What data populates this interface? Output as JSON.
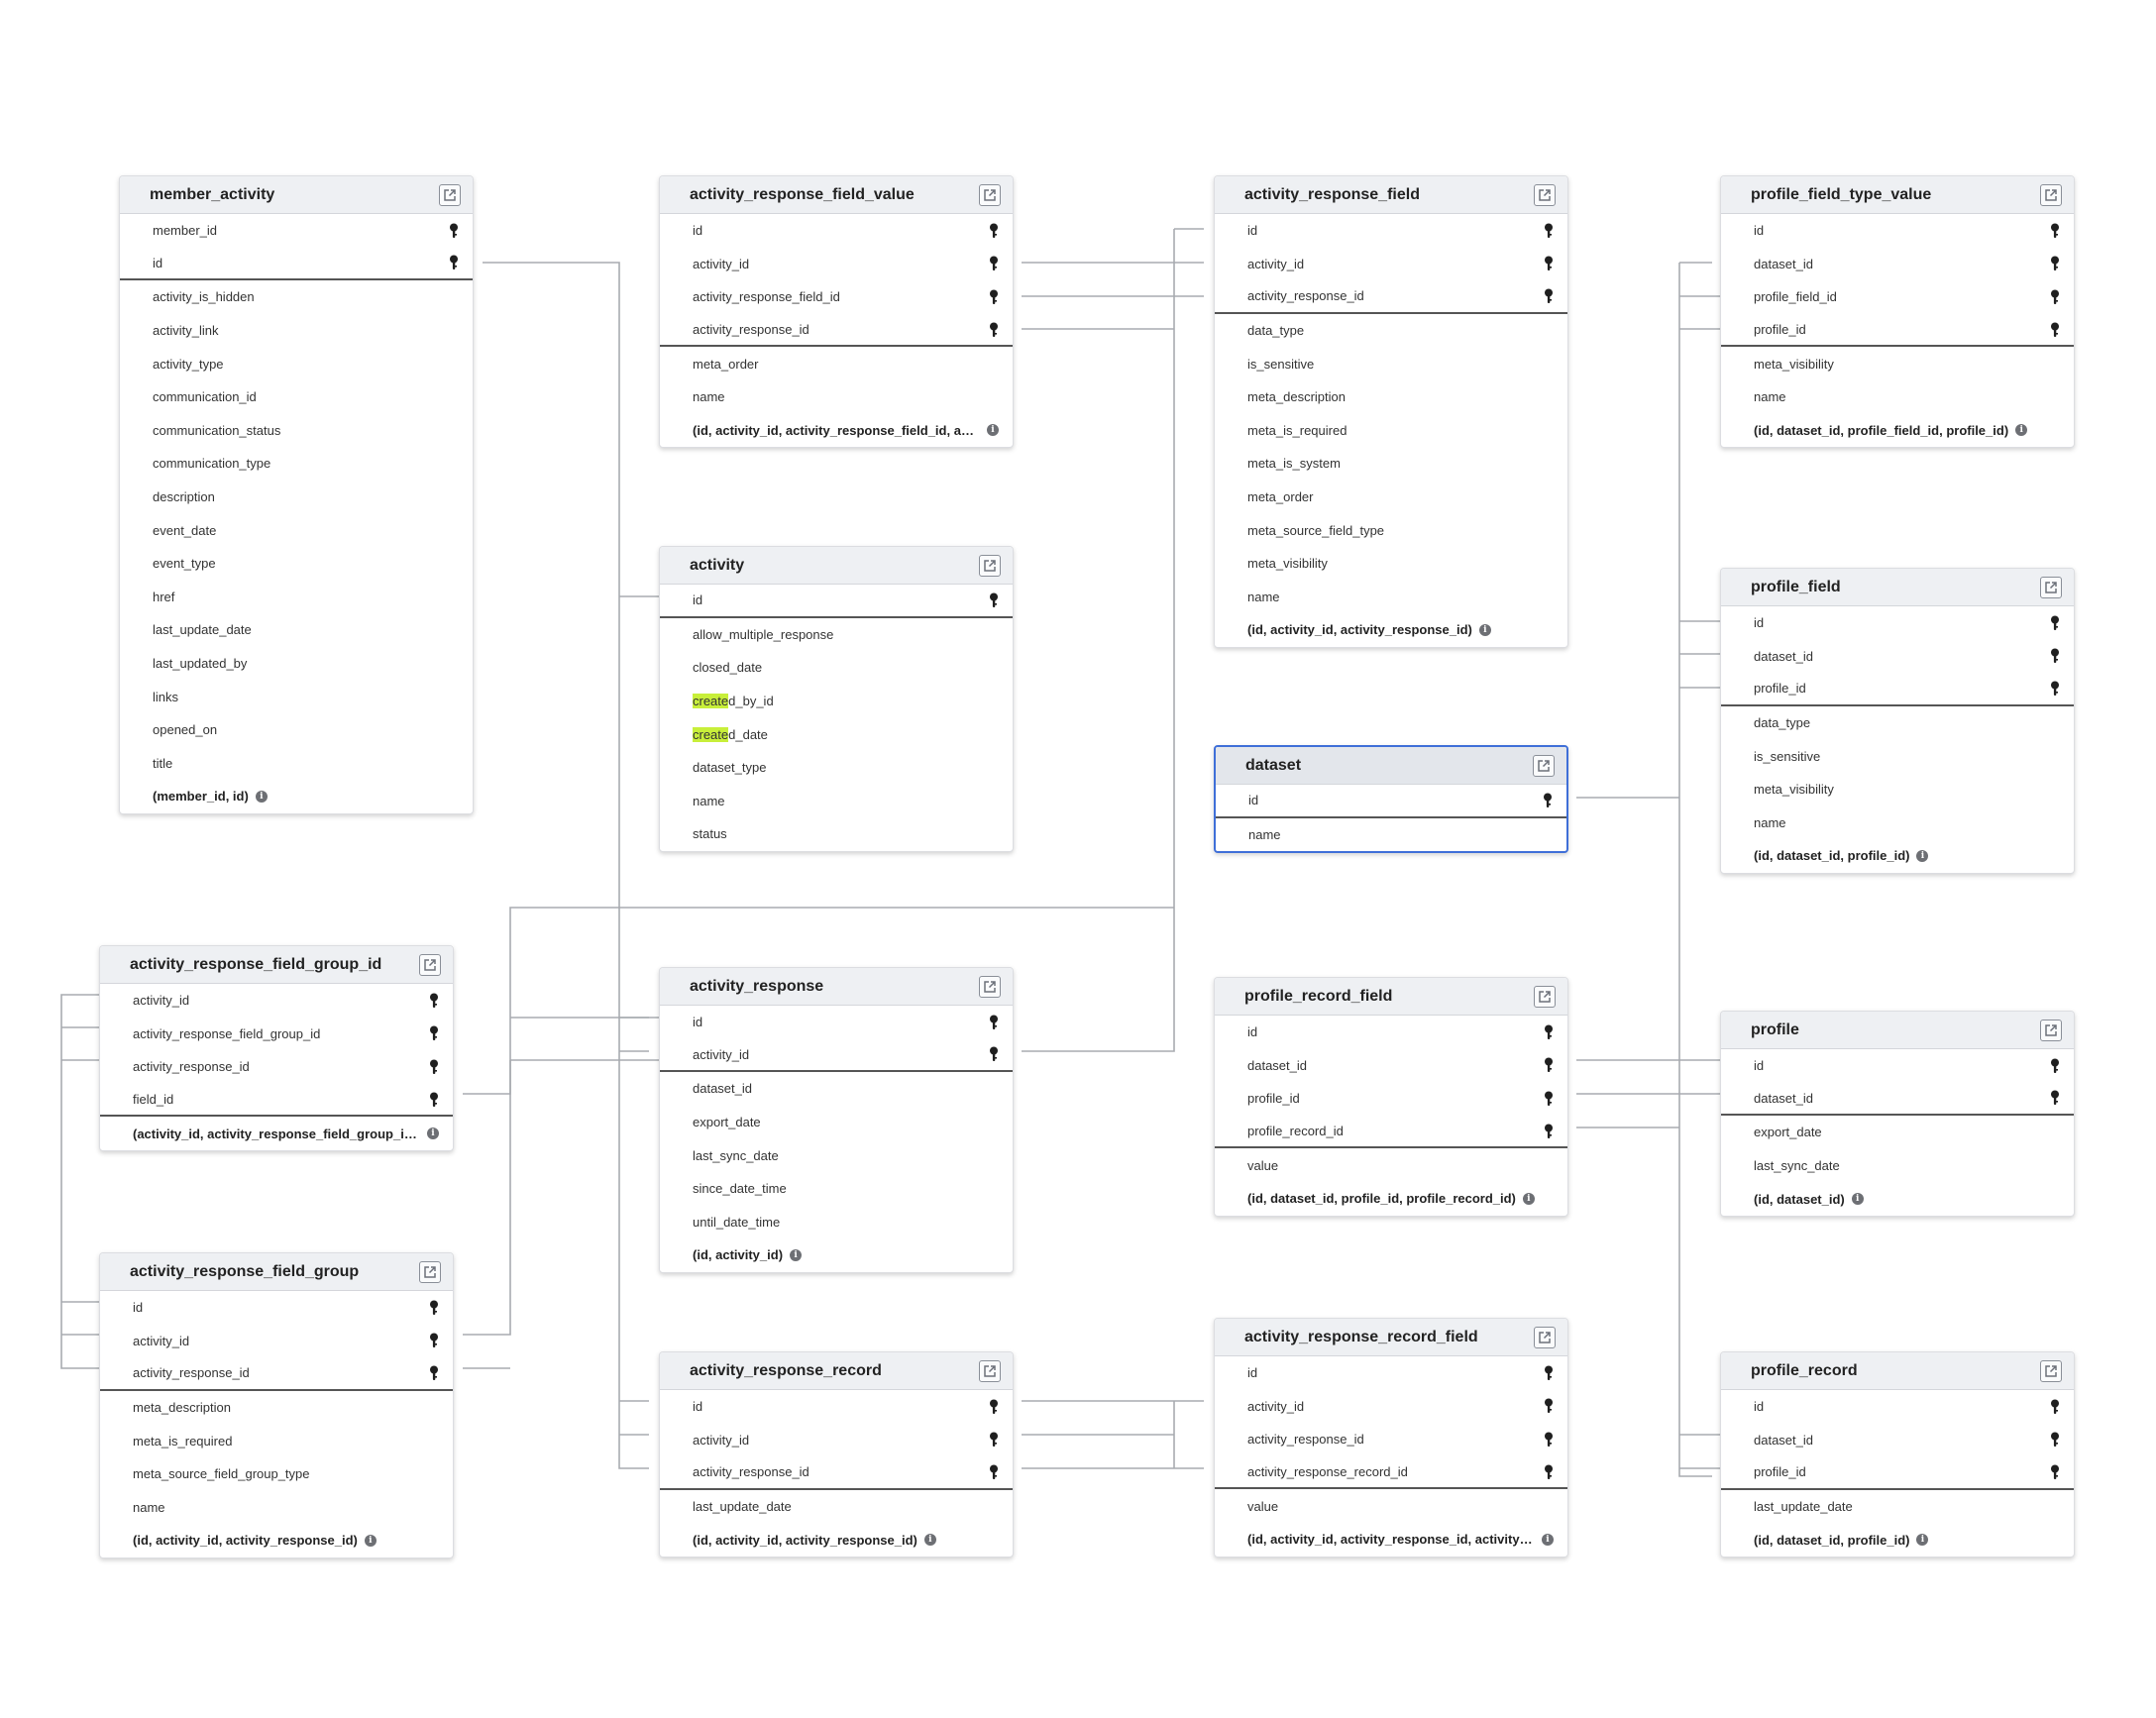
{
  "tables": [
    {
      "name": "member_activity",
      "selected": false,
      "fields": [
        {
          "name": "member_id",
          "pk": true
        },
        {
          "name": "id",
          "pk": true
        },
        {
          "name": "activity_is_hidden"
        },
        {
          "name": "activity_link"
        },
        {
          "name": "activity_type"
        },
        {
          "name": "communication_id"
        },
        {
          "name": "communication_status"
        },
        {
          "name": "communication_type"
        },
        {
          "name": "description"
        },
        {
          "name": "event_date"
        },
        {
          "name": "event_type"
        },
        {
          "name": "href"
        },
        {
          "name": "last_update_date"
        },
        {
          "name": "last_updated_by"
        },
        {
          "name": "links"
        },
        {
          "name": "opened_on"
        },
        {
          "name": "title"
        }
      ],
      "index": "(member_id, id)"
    },
    {
      "name": "activity_response_field_value",
      "selected": false,
      "fields": [
        {
          "name": "id",
          "pk": true
        },
        {
          "name": "activity_id",
          "pk": true
        },
        {
          "name": "activity_response_field_id",
          "pk": true
        },
        {
          "name": "activity_response_id",
          "pk": true
        },
        {
          "name": "meta_order"
        },
        {
          "name": "name"
        }
      ],
      "index": "(id, activity_id, activity_response_field_id, act..."
    },
    {
      "name": "activity_response_field",
      "selected": false,
      "fields": [
        {
          "name": "id",
          "pk": true
        },
        {
          "name": "activity_id",
          "pk": true
        },
        {
          "name": "activity_response_id",
          "pk": true
        },
        {
          "name": "data_type"
        },
        {
          "name": "is_sensitive"
        },
        {
          "name": "meta_description"
        },
        {
          "name": "meta_is_required"
        },
        {
          "name": "meta_is_system"
        },
        {
          "name": "meta_order"
        },
        {
          "name": "meta_source_field_type"
        },
        {
          "name": "meta_visibility"
        },
        {
          "name": "name"
        }
      ],
      "index": "(id, activity_id, activity_response_id)"
    },
    {
      "name": "profile_field_type_value",
      "selected": false,
      "fields": [
        {
          "name": "id",
          "pk": true
        },
        {
          "name": "dataset_id",
          "pk": true
        },
        {
          "name": "profile_field_id",
          "pk": true
        },
        {
          "name": "profile_id",
          "pk": true
        },
        {
          "name": "meta_visibility"
        },
        {
          "name": "name"
        }
      ],
      "index": "(id, dataset_id, profile_field_id, profile_id)"
    },
    {
      "name": "activity",
      "selected": false,
      "fields": [
        {
          "name": "id",
          "pk": true
        },
        {
          "name": "allow_multiple_response"
        },
        {
          "name": "closed_date"
        },
        {
          "name": "created_by_id",
          "hl": "create",
          "rest": "d_by_id"
        },
        {
          "name": "created_date",
          "hl": "create",
          "rest": "d_date"
        },
        {
          "name": "dataset_type"
        },
        {
          "name": "name"
        },
        {
          "name": "status"
        }
      ],
      "index": null
    },
    {
      "name": "profile_field",
      "selected": false,
      "fields": [
        {
          "name": "id",
          "pk": true
        },
        {
          "name": "dataset_id",
          "pk": true
        },
        {
          "name": "profile_id",
          "pk": true
        },
        {
          "name": "data_type"
        },
        {
          "name": "is_sensitive"
        },
        {
          "name": "meta_visibility"
        },
        {
          "name": "name"
        }
      ],
      "index": "(id, dataset_id, profile_id)"
    },
    {
      "name": "dataset",
      "selected": true,
      "fields": [
        {
          "name": "id",
          "pk": true
        },
        {
          "name": "name"
        }
      ],
      "index": null
    },
    {
      "name": "activity_response_field_group_id",
      "selected": false,
      "fields": [
        {
          "name": "activity_id",
          "pk": true
        },
        {
          "name": "activity_response_field_group_id",
          "pk": true
        },
        {
          "name": "activity_response_id",
          "pk": true
        },
        {
          "name": "field_id",
          "pk": true
        }
      ],
      "index": "(activity_id, activity_response_field_group_id..."
    },
    {
      "name": "activity_response",
      "selected": false,
      "fields": [
        {
          "name": "id",
          "pk": true
        },
        {
          "name": "activity_id",
          "pk": true
        },
        {
          "name": "dataset_id"
        },
        {
          "name": "export_date"
        },
        {
          "name": "last_sync_date"
        },
        {
          "name": "since_date_time"
        },
        {
          "name": "until_date_time"
        }
      ],
      "index": "(id, activity_id)"
    },
    {
      "name": "profile_record_field",
      "selected": false,
      "fields": [
        {
          "name": "id",
          "pk": true
        },
        {
          "name": "dataset_id",
          "pk": true
        },
        {
          "name": "profile_id",
          "pk": true
        },
        {
          "name": "profile_record_id",
          "pk": true
        },
        {
          "name": "value"
        }
      ],
      "index": "(id, dataset_id, profile_id, profile_record_id)"
    },
    {
      "name": "profile",
      "selected": false,
      "fields": [
        {
          "name": "id",
          "pk": true
        },
        {
          "name": "dataset_id",
          "pk": true
        },
        {
          "name": "export_date"
        },
        {
          "name": "last_sync_date"
        }
      ],
      "index": "(id, dataset_id)"
    },
    {
      "name": "activity_response_field_group",
      "selected": false,
      "fields": [
        {
          "name": "id",
          "pk": true
        },
        {
          "name": "activity_id",
          "pk": true
        },
        {
          "name": "activity_response_id",
          "pk": true
        },
        {
          "name": "meta_description"
        },
        {
          "name": "meta_is_required"
        },
        {
          "name": "meta_source_field_group_type"
        },
        {
          "name": "name"
        }
      ],
      "index": "(id, activity_id, activity_response_id)"
    },
    {
      "name": "activity_response_record",
      "selected": false,
      "fields": [
        {
          "name": "id",
          "pk": true
        },
        {
          "name": "activity_id",
          "pk": true
        },
        {
          "name": "activity_response_id",
          "pk": true
        },
        {
          "name": "last_update_date"
        }
      ],
      "index": "(id, activity_id, activity_response_id)"
    },
    {
      "name": "activity_response_record_field",
      "selected": false,
      "fields": [
        {
          "name": "id",
          "pk": true
        },
        {
          "name": "activity_id",
          "pk": true
        },
        {
          "name": "activity_response_id",
          "pk": true
        },
        {
          "name": "activity_response_record_id",
          "pk": true
        },
        {
          "name": "value"
        }
      ],
      "index": "(id, activity_id, activity_response_id, activity_..."
    },
    {
      "name": "profile_record",
      "selected": false,
      "fields": [
        {
          "name": "id",
          "pk": true
        },
        {
          "name": "dataset_id",
          "pk": true
        },
        {
          "name": "profile_id",
          "pk": true
        },
        {
          "name": "last_update_date"
        }
      ],
      "index": "(id, dataset_id, profile_id)"
    }
  ]
}
